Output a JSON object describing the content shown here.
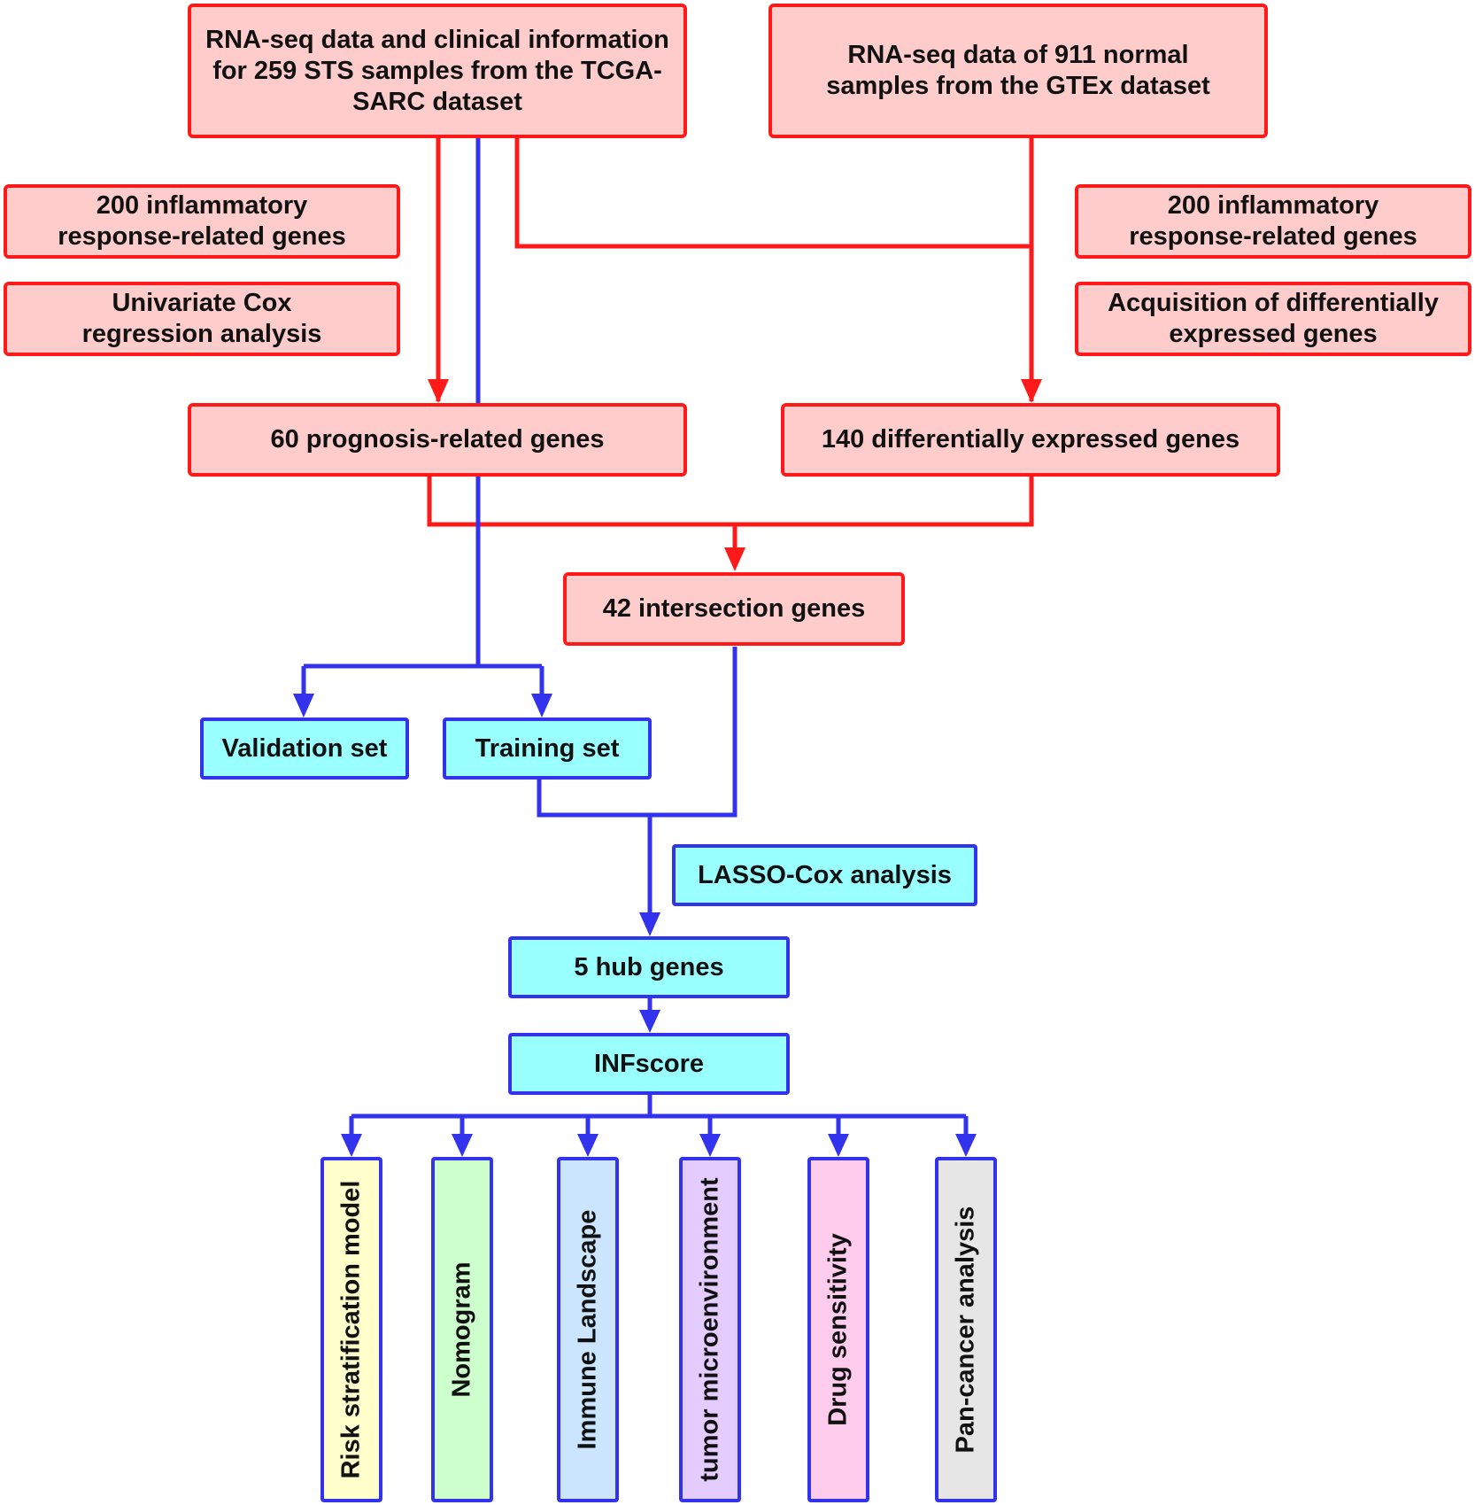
{
  "boxes": {
    "tcga_source": "RNA-seq data and clinical information for 259 STS samples from the TCGA-SARC dataset",
    "gtex_source": "RNA-seq data of 911 normal samples from the GTEx dataset",
    "inflammatory_genes_left": "200 inflammatory response-related genes",
    "univariate_cox": "Univariate Cox regression analysis",
    "inflammatory_genes_right": "200 inflammatory response-related genes",
    "deg_acquisition": "Acquisition of differentially expressed genes",
    "prognosis_genes": "60 prognosis-related genes",
    "deg_genes": "140 differentially expressed genes",
    "intersection_genes": "42 intersection genes",
    "validation_set": "Validation set",
    "training_set": "Training set",
    "lasso_cox": "LASSO-Cox analysis",
    "hub_genes": "5 hub genes",
    "infscore": "INFscore"
  },
  "outputs": [
    {
      "label": "Risk stratification model",
      "color": "#ffffcc"
    },
    {
      "label": "Nomogram",
      "color": "#ccffcc"
    },
    {
      "label": "Immune Landscape",
      "color": "#cce5ff"
    },
    {
      "label": "tumor microenvironment",
      "color": "#e5ccff"
    },
    {
      "label": "Drug sensitivity",
      "color": "#ffccee"
    },
    {
      "label": "Pan-cancer analysis",
      "color": "#e6e6e6"
    }
  ],
  "colors": {
    "red_line": "#ff1a1a",
    "blue_line": "#3333ee",
    "red_fill": "#ffcccc",
    "blue_fill": "#99ffff"
  }
}
